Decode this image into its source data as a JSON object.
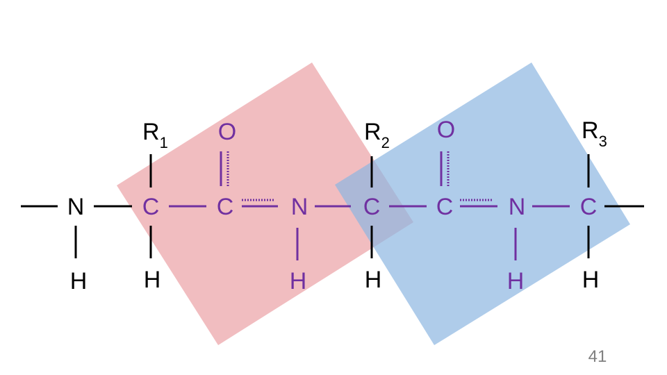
{
  "colors": {
    "black": "#000000",
    "purple": "#7030a0",
    "pink_plane": "#eba1a5",
    "blue_plane": "#8db7e1",
    "page_number": "#7f7f7f"
  },
  "diagram": {
    "planes": [
      {
        "name": "peptide-plane-1",
        "color": "pink"
      },
      {
        "name": "peptide-plane-2",
        "color": "blue"
      }
    ],
    "atoms": {
      "n1": "N",
      "h_n1": "H",
      "ca1": "C",
      "r1_base": "R",
      "r1_sub": "1",
      "h_ca1": "H",
      "c1": "C",
      "o1": "O",
      "n2": "N",
      "h_n2": "H",
      "ca2": "C",
      "r2_base": "R",
      "r2_sub": "2",
      "h_ca2": "H",
      "c2": "C",
      "o2": "O",
      "n3": "N",
      "h_n3": "H",
      "ca3": "C",
      "r3_base": "R",
      "r3_sub": "3",
      "h_ca3": "H"
    }
  },
  "page_number": "41"
}
